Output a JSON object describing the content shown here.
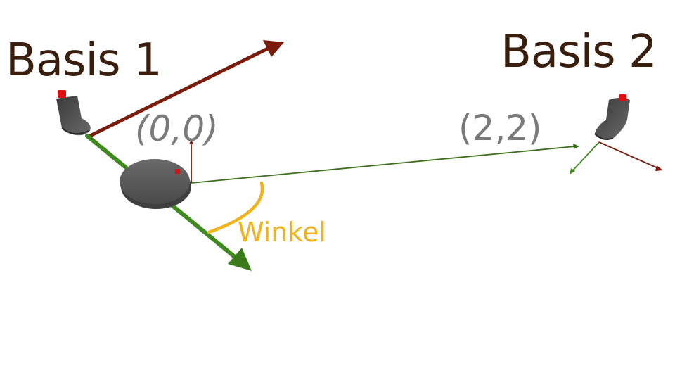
{
  "labels": {
    "base1": "Basis 1",
    "base2": "Basis 2",
    "origin_coord": "(0,0)",
    "target_coord": "(2,2)",
    "angle": "Winkel"
  },
  "colors": {
    "x_axis": "#7a1c0c",
    "y_axis": "#3f8a1e",
    "vector": "#3c6e1c",
    "angle_arc": "#f2b21c",
    "robot_body": "#5a5a5a",
    "marker": "#e01010",
    "base_title": "#3a1f0e",
    "coord_text": "#7a7a7a"
  },
  "icons": {
    "base_device": "station-icon",
    "robot": "robot-disc-icon"
  }
}
